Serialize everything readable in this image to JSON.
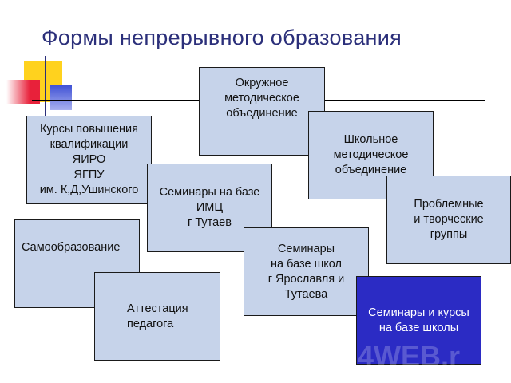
{
  "title": "Формы непрерывного образования",
  "colors": {
    "title": "#2b2f7a",
    "box_fill": "#c6d3ea",
    "box_highlight": "#2b2bc4",
    "deco_yellow": "#ffd21e",
    "deco_red": "#e8213a",
    "deco_blue": "#3d4fd4"
  },
  "boxes": [
    {
      "id": "okruzhnoe",
      "text": "Окружное\nметодическое\n объединение"
    },
    {
      "id": "kursy",
      "text": "Курсы повышения\nквалификации\nЯИРО\nЯГПУ\nим. К,Д,Ушинского"
    },
    {
      "id": "shkolnoe",
      "text": "Школьное\nметодическое\nобъединение"
    },
    {
      "id": "seminary-imc",
      "text": "Семинары на базе\nИМЦ\nг Тутаев"
    },
    {
      "id": "problemnye",
      "text": "Проблемные\nи творческие\nгруппы"
    },
    {
      "id": "samoobrazovanie",
      "text": "Самообразование"
    },
    {
      "id": "seminary-shkol",
      "text": "Семинары\nна базе школ\nг Ярославля и\nТутаева"
    },
    {
      "id": "attestaciya",
      "text": "Аттестация\nпедагога"
    },
    {
      "id": "seminary-kursy",
      "text": "Семинары и курсы\nна базе школы"
    }
  ],
  "watermark": "4WEB.r"
}
